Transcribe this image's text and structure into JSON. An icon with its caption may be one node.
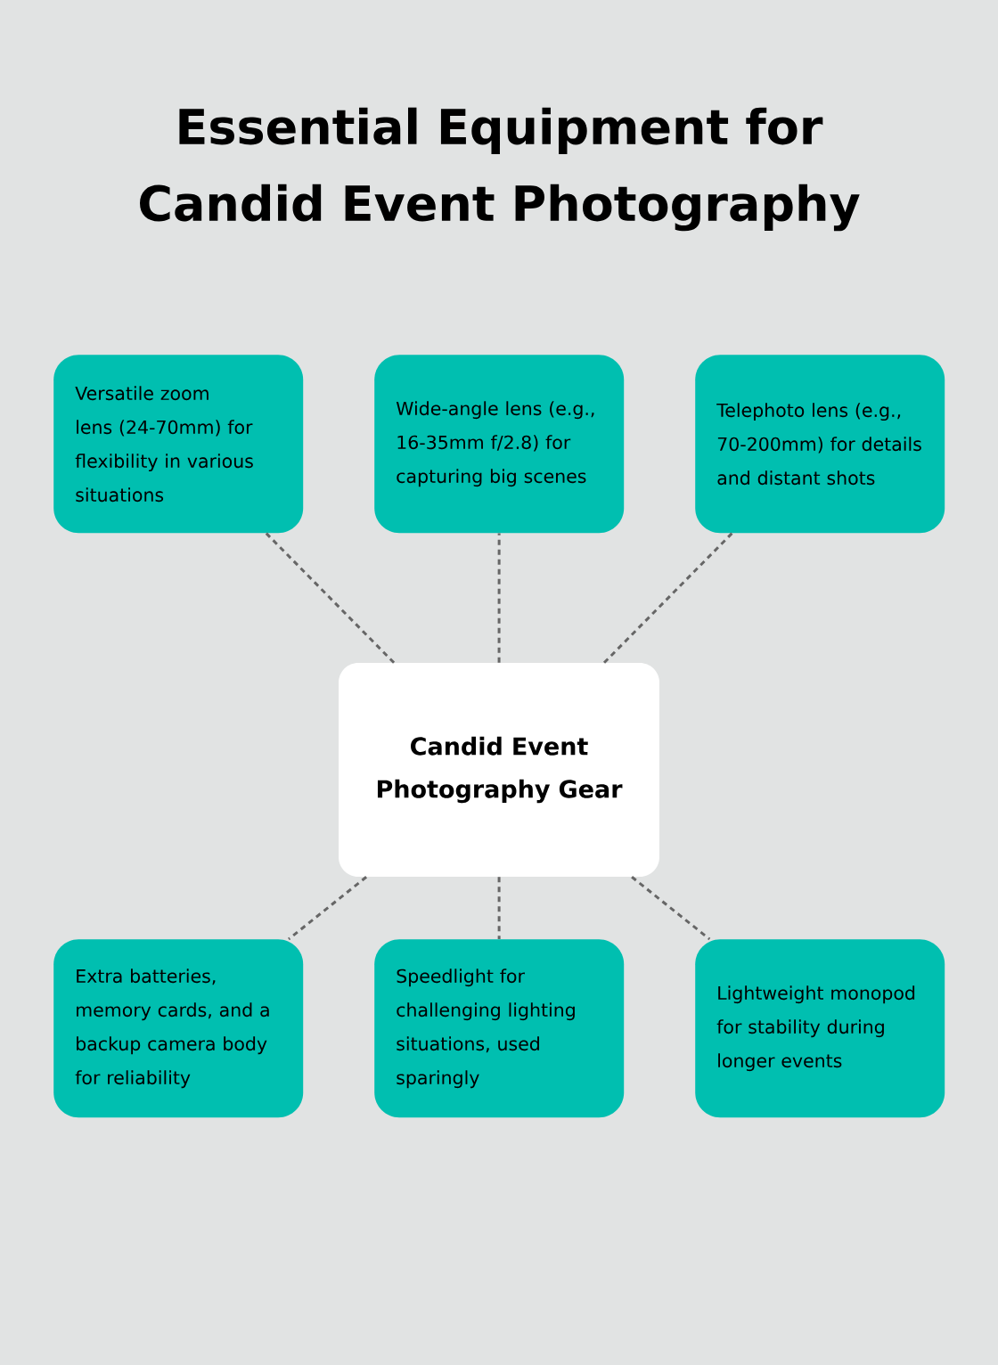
{
  "diagram": {
    "title": "Essential Equipment for Candid Event Photography",
    "nodes": [
      {
        "text": [
          "Versatile zoom lens (24-70mm) for flexibility in various situations"
        ]
      },
      {
        "text": [
          "Wide-angle lens (e.g., 16-35mm f/2.8) for capturing big scenes"
        ]
      },
      {
        "text": [
          "Telephoto lens (e.g., 70-200mm) for details and distant shots"
        ]
      },
      {
        "text": [
          "Candid Event Photography Gear"
        ]
      },
      {
        "text": [
          "Extra batteries, memory cards, and a backup camera body for reliability"
        ]
      },
      {
        "text": [
          "Speedlight for challenging lighting situations, used sparingly"
        ]
      },
      {
        "text": [
          "Lightweight monopod for stability during longer events"
        ]
      }
    ],
    "edges": [
      {
        "from": 3,
        "to": 0,
        "arrow": "none",
        "style": "dashed"
      },
      {
        "from": 3,
        "to": 1,
        "arrow": "none",
        "style": "dashed"
      },
      {
        "from": 3,
        "to": 2,
        "arrow": "none",
        "style": "dashed"
      },
      {
        "from": 3,
        "to": 4,
        "arrow": "none",
        "style": "dashed"
      },
      {
        "from": 3,
        "to": 5,
        "arrow": "none",
        "style": "dashed"
      },
      {
        "from": 3,
        "to": 6,
        "arrow": "none",
        "style": "dashed"
      }
    ]
  }
}
